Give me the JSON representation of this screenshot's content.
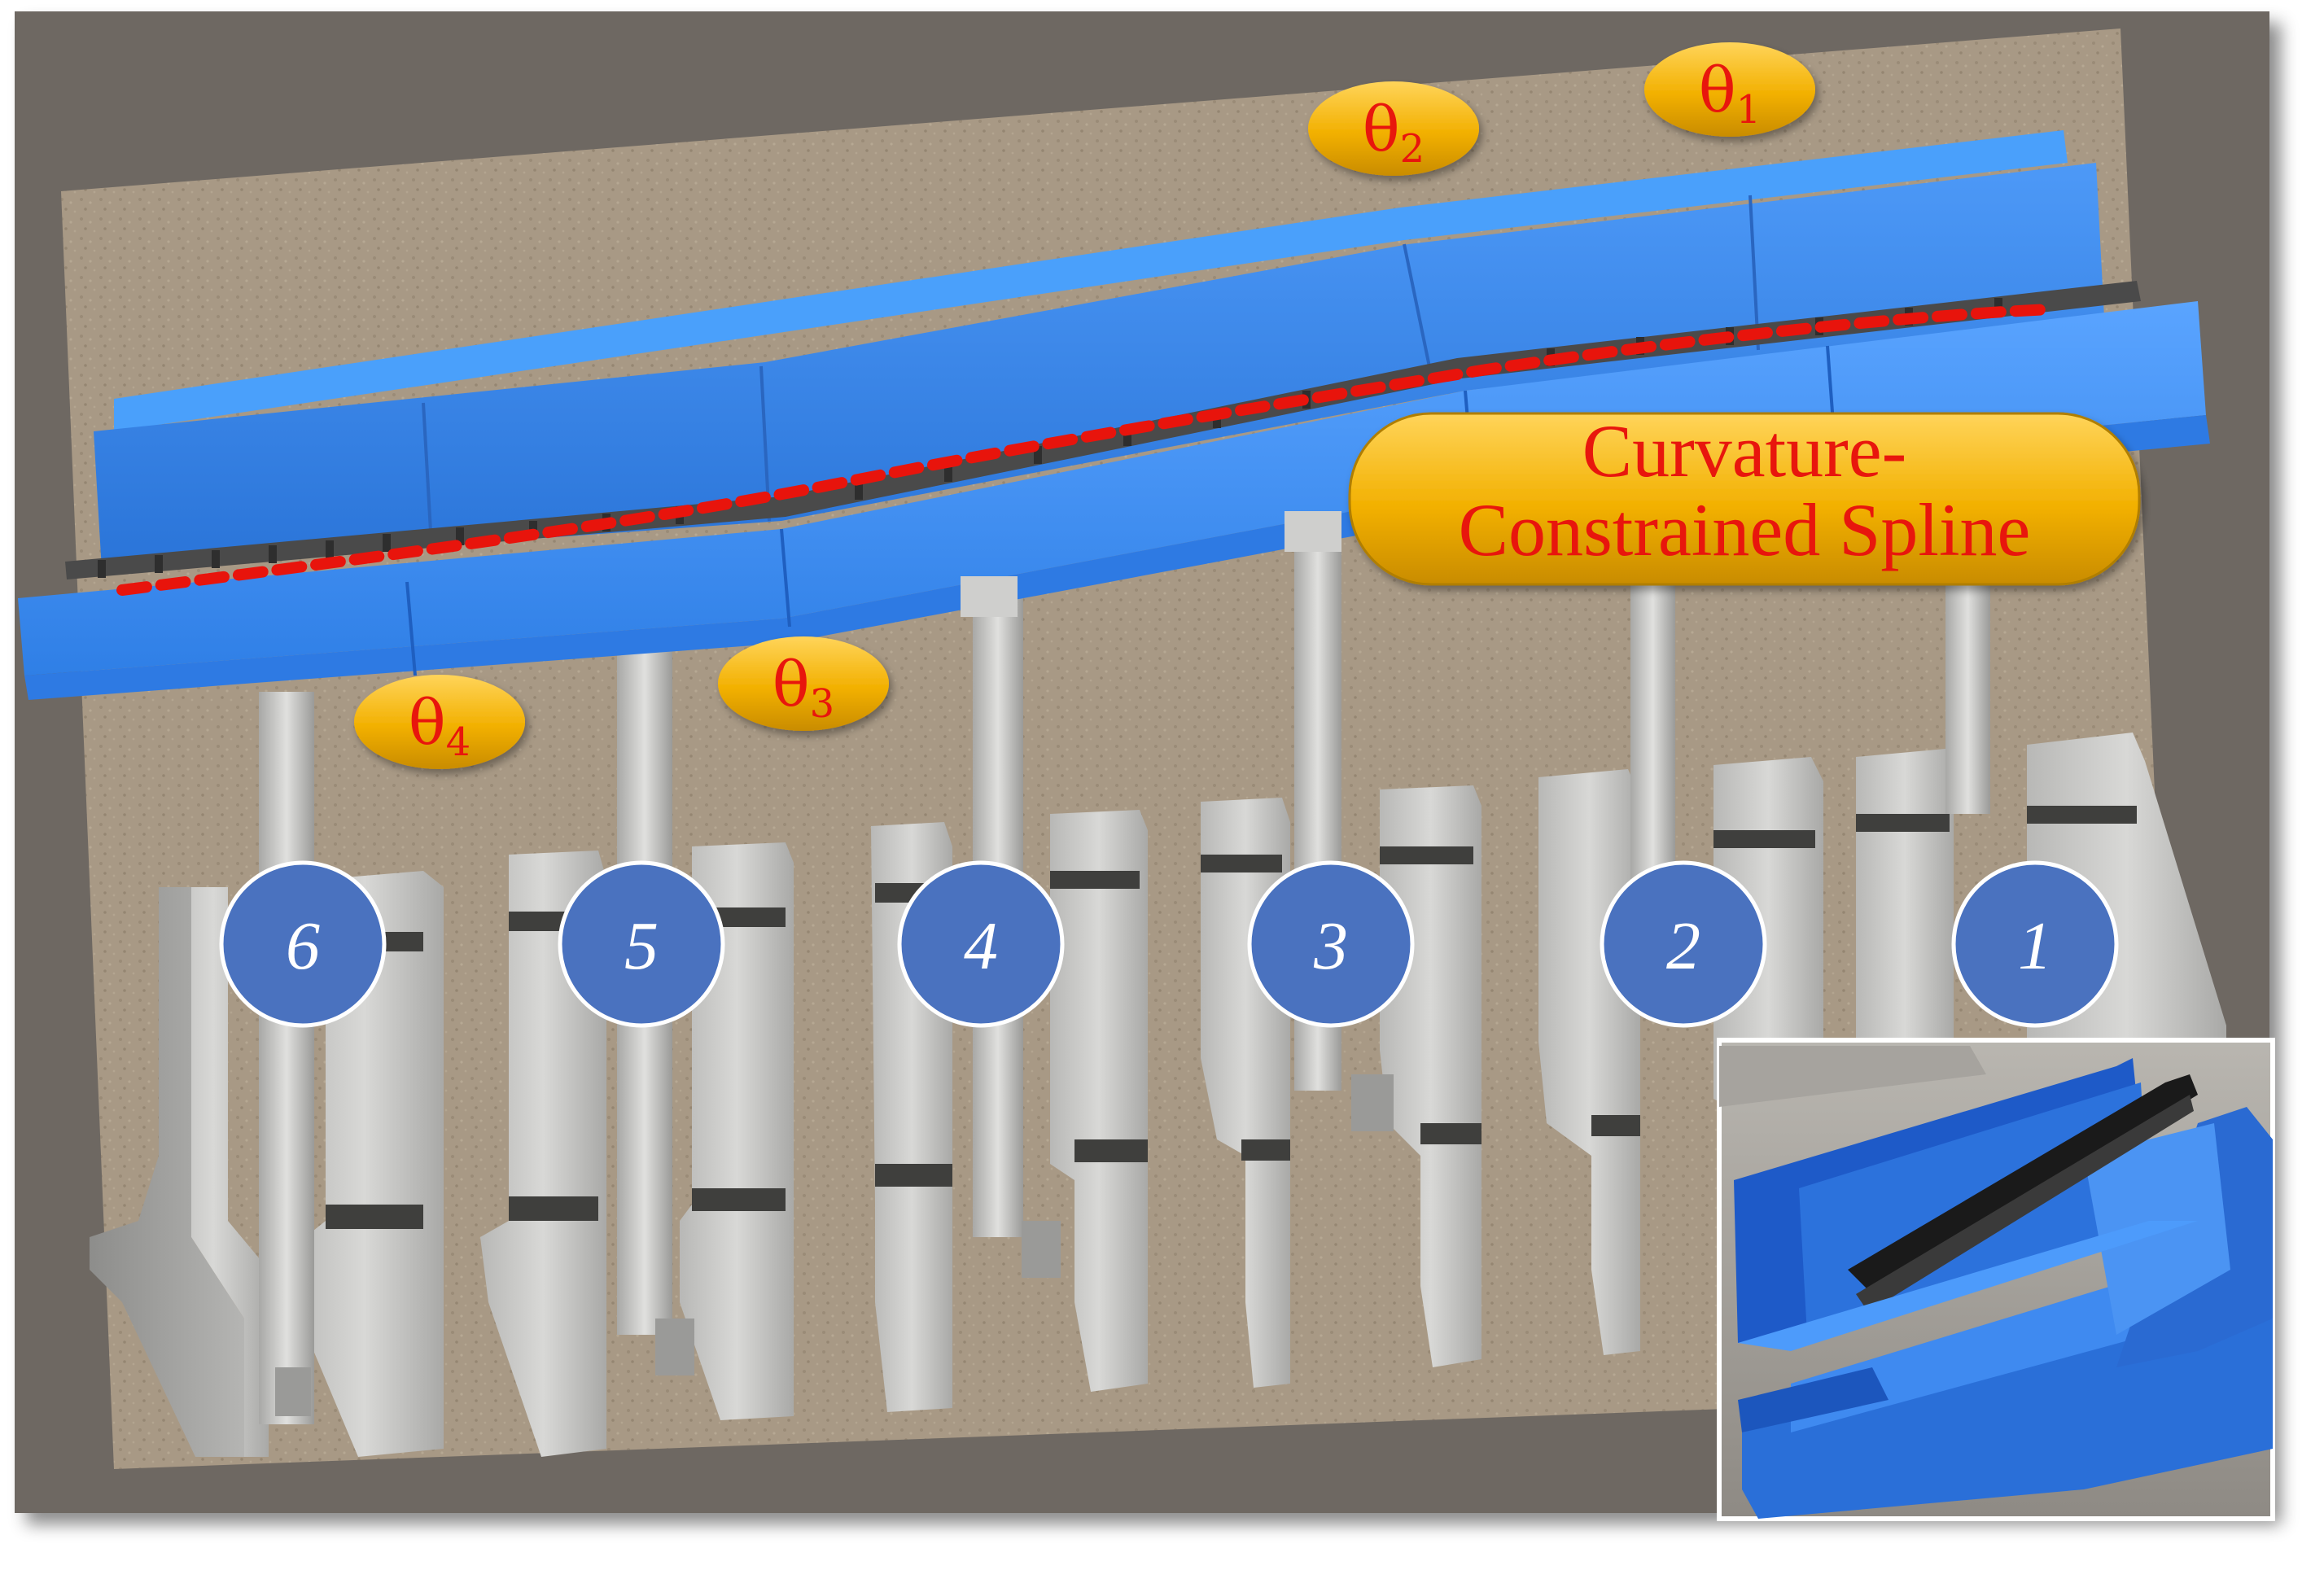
{
  "callout": {
    "line1": "Curvature-",
    "line2": "Constrained Spline"
  },
  "angles": [
    {
      "symbol": "θ",
      "sub": "1"
    },
    {
      "symbol": "θ",
      "sub": "2"
    },
    {
      "symbol": "θ",
      "sub": "3"
    },
    {
      "symbol": "θ",
      "sub": "4"
    }
  ],
  "segments": [
    "6",
    "5",
    "4",
    "3",
    "2",
    "1"
  ],
  "colors": {
    "frame": "#6e6862",
    "ground": "#a99a86",
    "beam": "#3d8ef0",
    "beam_dark": "#2466c4",
    "spline": "#e8140c",
    "badge_fill": "#e9a500",
    "callout_fill": "#f0b400",
    "marker": "#4a72bf",
    "concrete": "#c9c9c7"
  }
}
